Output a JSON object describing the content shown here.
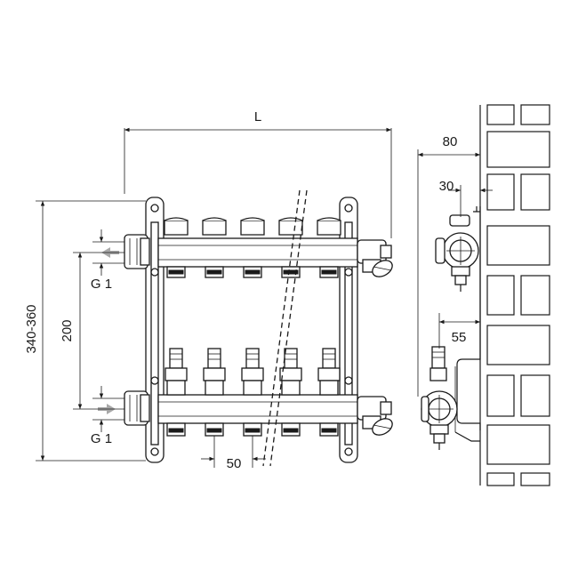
{
  "dimensions": {
    "length": "L",
    "height_total": "340-360",
    "height_between": "200",
    "thread_top": "G 1",
    "thread_bottom": "G 1",
    "spacing": "50",
    "wall_depth": "80",
    "top_offset": "30",
    "bottom_offset": "55"
  },
  "colors": {
    "line": "#1a1a1a",
    "arrow_fill": "#a8a8a8",
    "background": "#ffffff"
  }
}
